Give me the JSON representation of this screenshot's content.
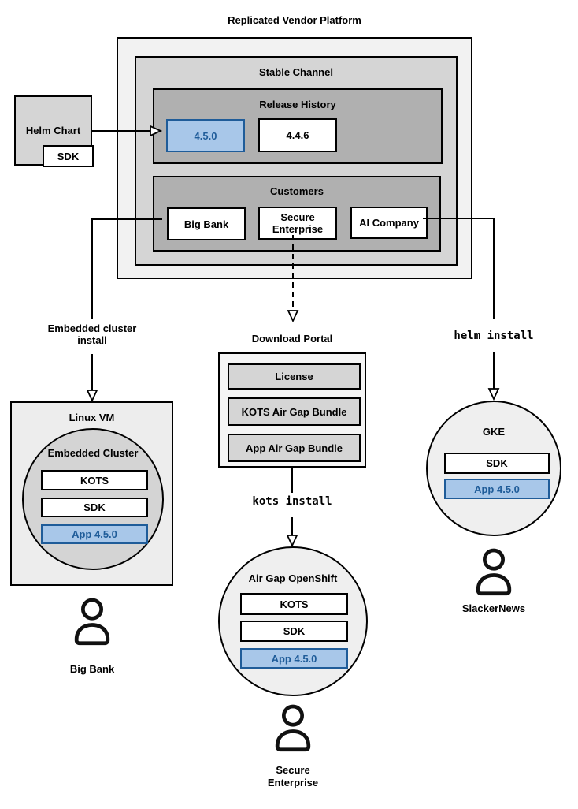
{
  "title": "Replicated Vendor Platform",
  "colors": {
    "highlight_fill": "#a8c7e9",
    "highlight_border": "#1f5c99",
    "highlight_text": "#1f5c99",
    "outer_gray": "#f2f2f2",
    "mid_gray": "#d5d5d5",
    "dark_gray": "#b0b0b0",
    "line_black": "#000000"
  },
  "platform": {
    "stable_channel": "Stable Channel",
    "release_history": "Release History",
    "release_new": "4.5.0",
    "release_prev": "4.4.6",
    "customers": "Customers",
    "customer_1": "Big Bank",
    "customer_2": "Secure\nEnterprise",
    "customer_3": "AI Company"
  },
  "helm_chart": {
    "label": "Helm Chart",
    "sdk": "SDK"
  },
  "left_flow": {
    "method": "Embedded cluster\ninstall",
    "host": "Linux VM",
    "cluster": "Embedded Cluster",
    "component_1": "KOTS",
    "component_2": "SDK",
    "app": "App 4.5.0",
    "persona": "Big Bank"
  },
  "middle_flow": {
    "portal": "Download Portal",
    "artifact_1": "License",
    "artifact_2": "KOTS Air Gap Bundle",
    "artifact_3": "App Air Gap Bundle",
    "command": "kots install",
    "cluster": "Air Gap OpenShift",
    "component_1": "KOTS",
    "component_2": "SDK",
    "app": "App 4.5.0",
    "persona": "Secure\nEnterprise"
  },
  "right_flow": {
    "command": "helm install",
    "cluster": "GKE",
    "component_1": "SDK",
    "app": "App 4.5.0",
    "persona": "SlackerNews"
  }
}
